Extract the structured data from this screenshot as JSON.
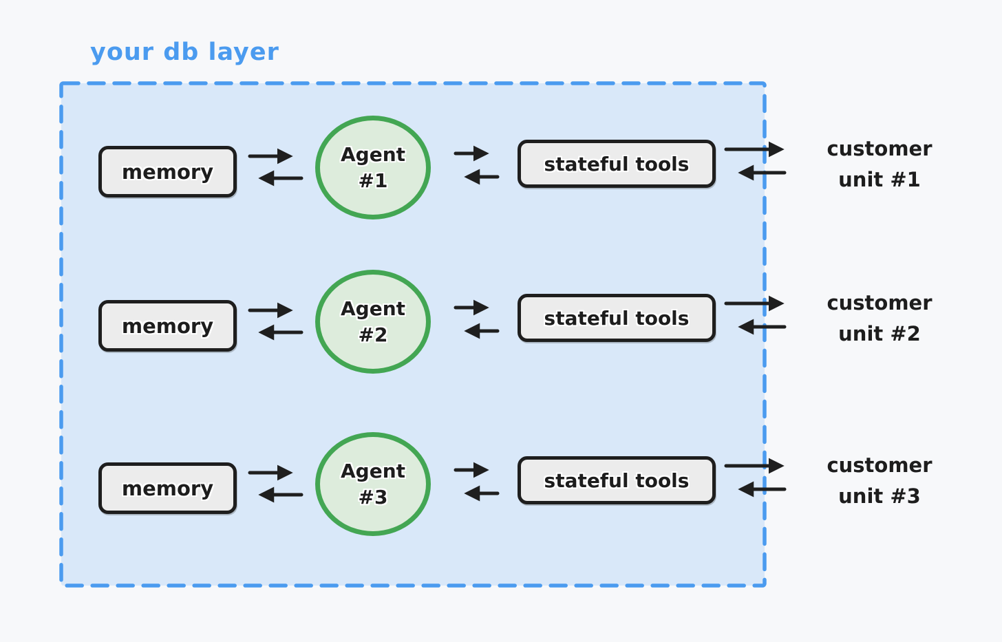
{
  "title": "your db layer",
  "colors": {
    "page_background": "#f7f8fa",
    "db_layer_fill": "#d9e8f9",
    "db_layer_border": "#4b9bef",
    "title_text": "#4b9bef",
    "box_fill": "#ececec",
    "box_border": "#1e1e1e",
    "agent_fill": "#ddecdc",
    "agent_border": "#43a653",
    "arrow_color": "#1f1f1f",
    "label_text": "#1d1d1d"
  },
  "rows": [
    {
      "memory": "memory",
      "agent_line1": "Agent",
      "agent_line2": "#1",
      "tools": "stateful tools",
      "customer_line1": "customer",
      "customer_line2": "unit #1"
    },
    {
      "memory": "memory",
      "agent_line1": "Agent",
      "agent_line2": "#2",
      "tools": "stateful tools",
      "customer_line1": "customer",
      "customer_line2": "unit #2"
    },
    {
      "memory": "memory",
      "agent_line1": "Agent",
      "agent_line2": "#3",
      "tools": "stateful tools",
      "customer_line1": "customer",
      "customer_line2": "unit #3"
    }
  ]
}
